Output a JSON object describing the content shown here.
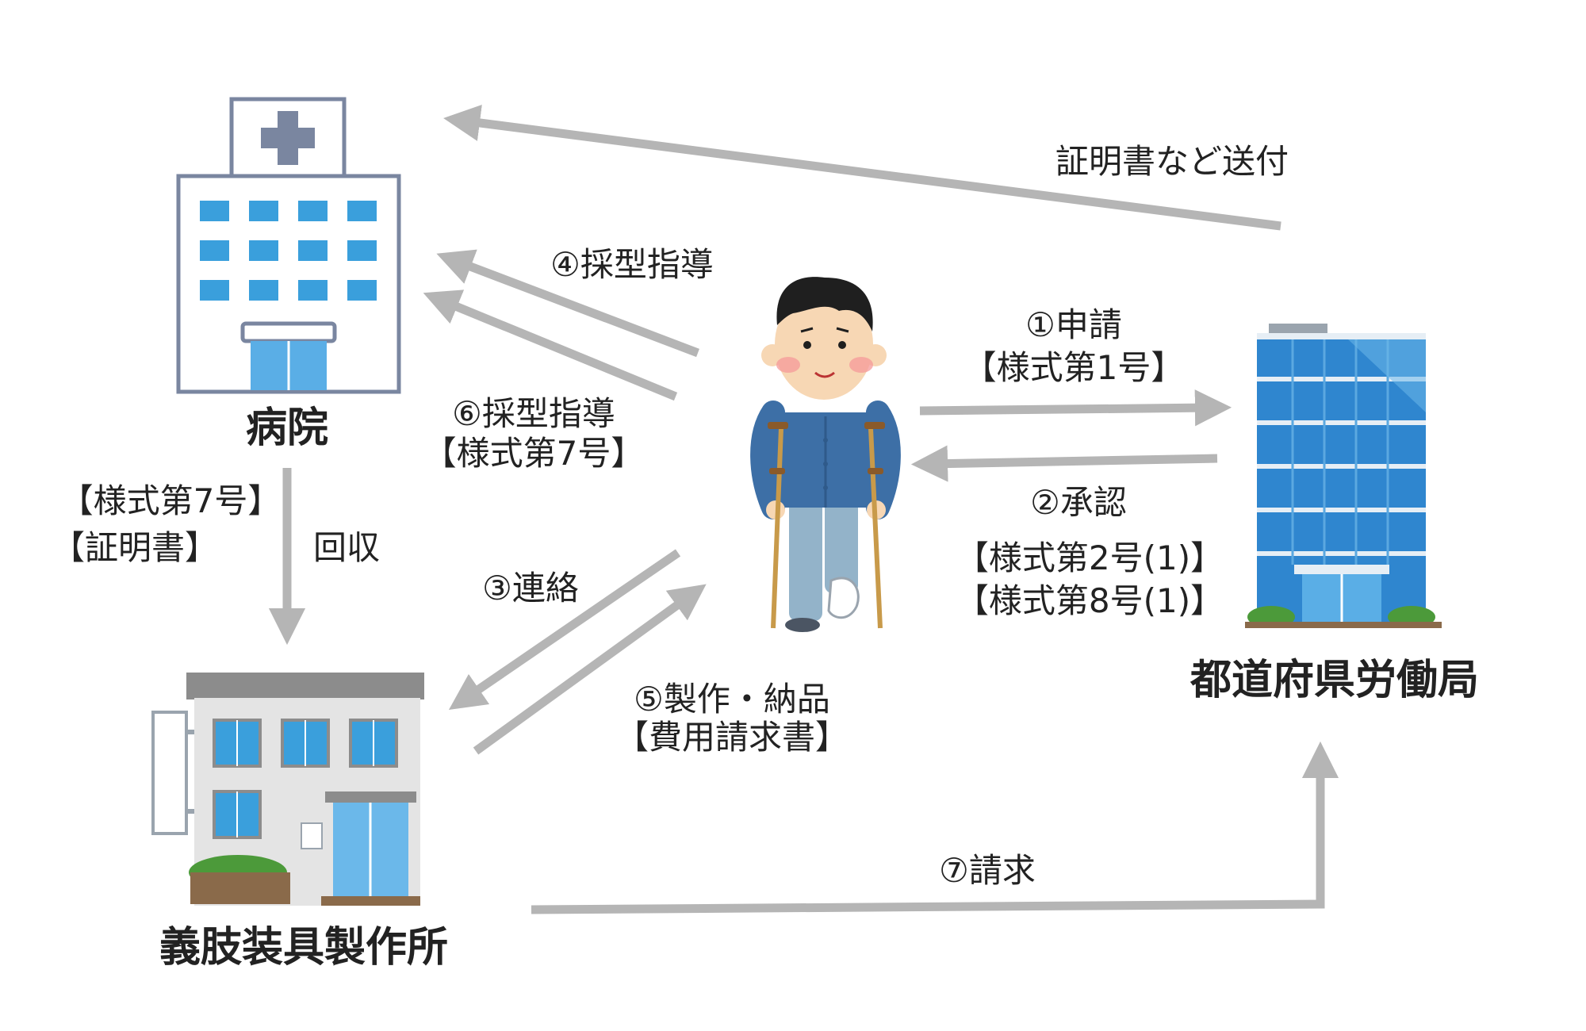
{
  "colors": {
    "arrow": "#b5b5b5",
    "window_blue": "#3a9fdc",
    "tower_blue": "#2f86cf",
    "hospital_outline": "#7a86a0",
    "jacket_blue": "#3d6fa6",
    "plant_green": "#4c9a3a"
  },
  "nodes": {
    "hospital": {
      "label": "病院",
      "icon": "hospital-icon"
    },
    "bureau": {
      "label": "都道府県労働局",
      "icon": "office-building-icon"
    },
    "patient": {
      "icon": "person-with-crutches-icon"
    },
    "workshop": {
      "label": "義肢装具製作所",
      "icon": "workshop-building-icon"
    }
  },
  "edges": {
    "certificate_send": {
      "label": "証明書など送付"
    },
    "step4": {
      "label": "④採型指導"
    },
    "step6": {
      "line1": "⑥採型指導",
      "line2": "【様式第7号】"
    },
    "step1": {
      "line1": "①申請",
      "line2": "【様式第1号】"
    },
    "step2": {
      "line1": "②承認",
      "line2": "【様式第2号(1)】",
      "line3": "【様式第8号(1)】"
    },
    "collect": {
      "docs1": "【様式第7号】",
      "docs2": "【証明書】",
      "label": "回収"
    },
    "step3": {
      "label": "③連絡"
    },
    "step5": {
      "line1": "⑤製作・納品",
      "line2": "【費用請求書】"
    },
    "step7": {
      "label": "⑦請求"
    }
  }
}
